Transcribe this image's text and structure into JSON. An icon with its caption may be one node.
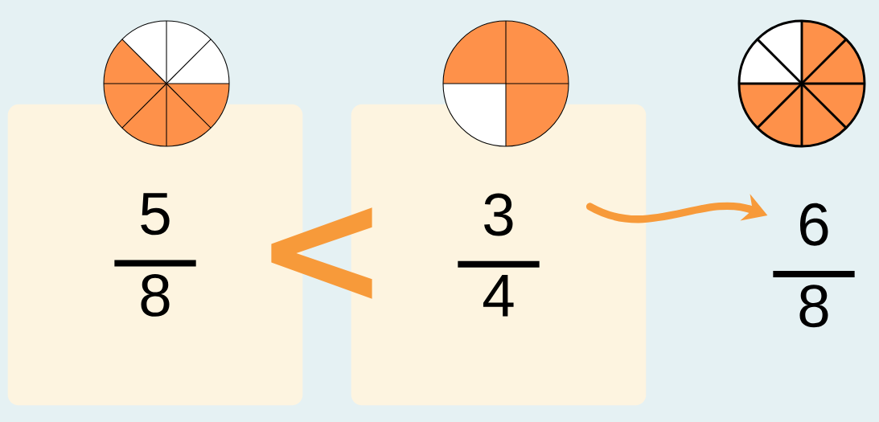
{
  "diagram": {
    "nodes": [
      {
        "text": [
          "5",
          "8"
        ]
      },
      {
        "text": [
          "3",
          "4"
        ]
      },
      {
        "text": [
          "6",
          "8"
        ]
      }
    ],
    "edges": [
      {
        "from": 1,
        "to": 2,
        "arrow": "to"
      }
    ],
    "labels": [
      "<"
    ]
  }
}
